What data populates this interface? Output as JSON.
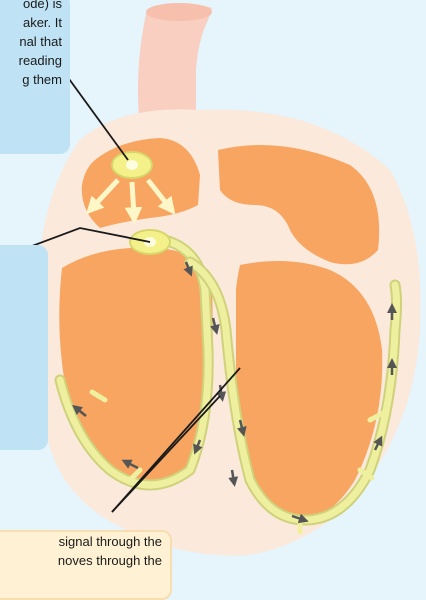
{
  "captions": {
    "top_partial": [
      "ode) is",
      "aker. It",
      "nal that",
      "reading",
      "g them"
    ],
    "bottom_partial": [
      "signal through the",
      "noves through the"
    ]
  },
  "colors": {
    "background": "#e6f4fb",
    "caption_blue": "#bfe3f5",
    "caption_cream": "#fff2d4",
    "heart_wall": "#fbe9dc",
    "chamber_orange": "#f7a560",
    "aorta_pink": "#f8cfc0",
    "conduction_yellow": "#eef0a0",
    "node_yellow": "#f4f18a",
    "arrow_gray": "#555555"
  },
  "icons": [
    "conduction-arrow-icon",
    "signal-spread-arrow-icon"
  ]
}
